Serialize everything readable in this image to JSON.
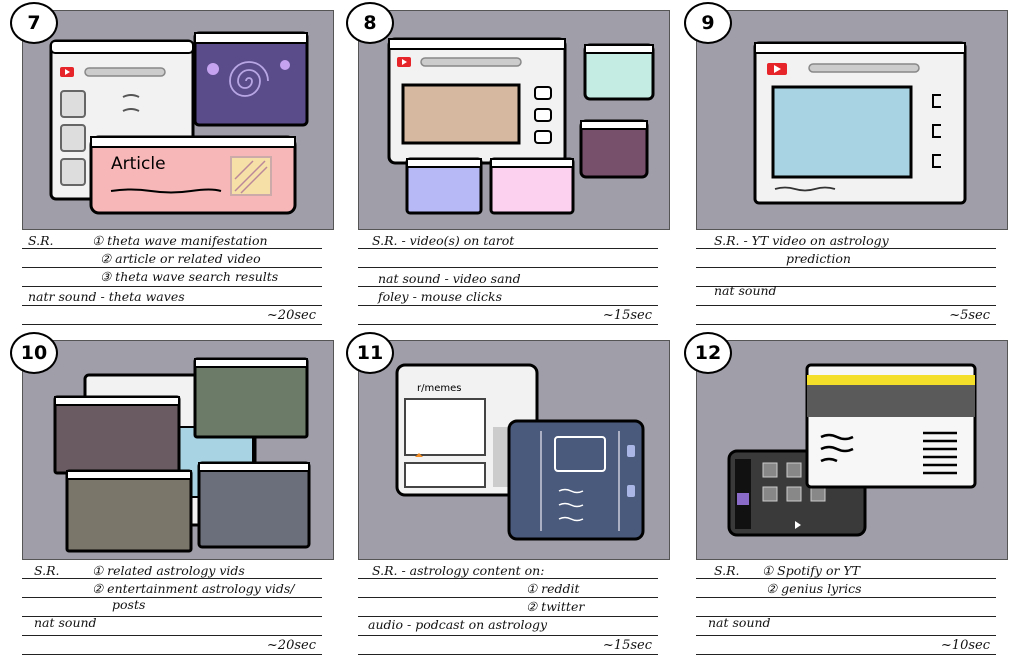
{
  "panels": [
    {
      "number": "7",
      "notes": {
        "sr": "S.R.",
        "items": [
          "① theta wave manifestation",
          "② article or related video",
          "③ theta wave search results"
        ],
        "sound": "natr sound - theta waves",
        "duration": "~20sec"
      },
      "content": {
        "card_title": "Article"
      }
    },
    {
      "number": "8",
      "notes": {
        "sr": "S.R. - video(s) on tarot",
        "items": [],
        "sound": "nat sound - video sand",
        "sound2": "foley - mouse clicks",
        "duration": "~15sec"
      }
    },
    {
      "number": "9",
      "notes": {
        "sr": "S.R. - YT video on astrology",
        "items": [
          "prediction"
        ],
        "sound": "nat sound",
        "duration": "~5sec"
      }
    },
    {
      "number": "10",
      "notes": {
        "sr": "S.R.",
        "items": [
          "① related astrology vids",
          "② entertainment astrology vids/",
          "posts"
        ],
        "sound": "nat sound",
        "duration": "~20sec"
      }
    },
    {
      "number": "11",
      "notes": {
        "sr": "S.R. - astrology content on:",
        "items": [
          "① reddit",
          "② twitter"
        ],
        "sound": "audio - podcast on astrology",
        "duration": "~15sec"
      },
      "content": {
        "subreddit": "r/memes"
      }
    },
    {
      "number": "12",
      "notes": {
        "sr": "S.R.",
        "items": [
          "① Spotify or YT",
          "② genius lyrics"
        ],
        "sound": "nat sound",
        "duration": "~10sec"
      }
    }
  ],
  "colors": {
    "frame_bg": "#a09ea8",
    "youtube_red": "#e5252a",
    "article_pink": "#f7b7b8",
    "purple_card": "#5a4b8a",
    "tan_video": "#d6b8a0",
    "mint": "#c4ece2",
    "plum": "#77506c",
    "lavender": "#b6b9f5",
    "pink": "#fbd1ef",
    "sky_video": "#a8d3e2",
    "sage": "#6c7b67",
    "mauve": "#6a5b62",
    "olive": "#7a7669",
    "slate": "#6b6f7c",
    "navy": "#4a5a7c",
    "genius_yellow": "#f4e02a",
    "genius_gray": "#5a5a5a"
  }
}
